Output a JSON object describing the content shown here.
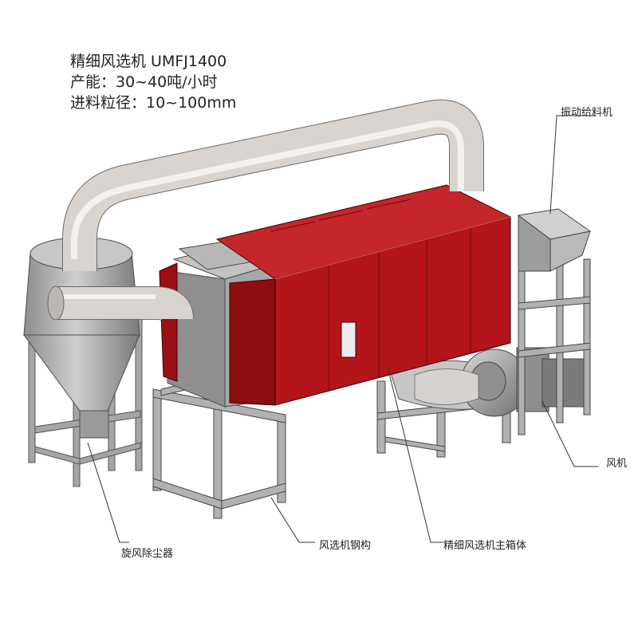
{
  "header": {
    "line1": "精细风选机 UMFJ1400",
    "line2": "产能：30~40吨/小时",
    "line3": "进料粒径：10~100mm"
  },
  "labels": {
    "feeder": "振动给料机",
    "fan": "风机",
    "cyclone": "旋风除尘器",
    "steel_frame": "风选机钢构",
    "main_box": "精细风选机主箱体"
  },
  "colors": {
    "cabinet_red": "#b3151a",
    "steel_gray": "#a8a8a8",
    "duct_light": "#d9d4cf"
  }
}
